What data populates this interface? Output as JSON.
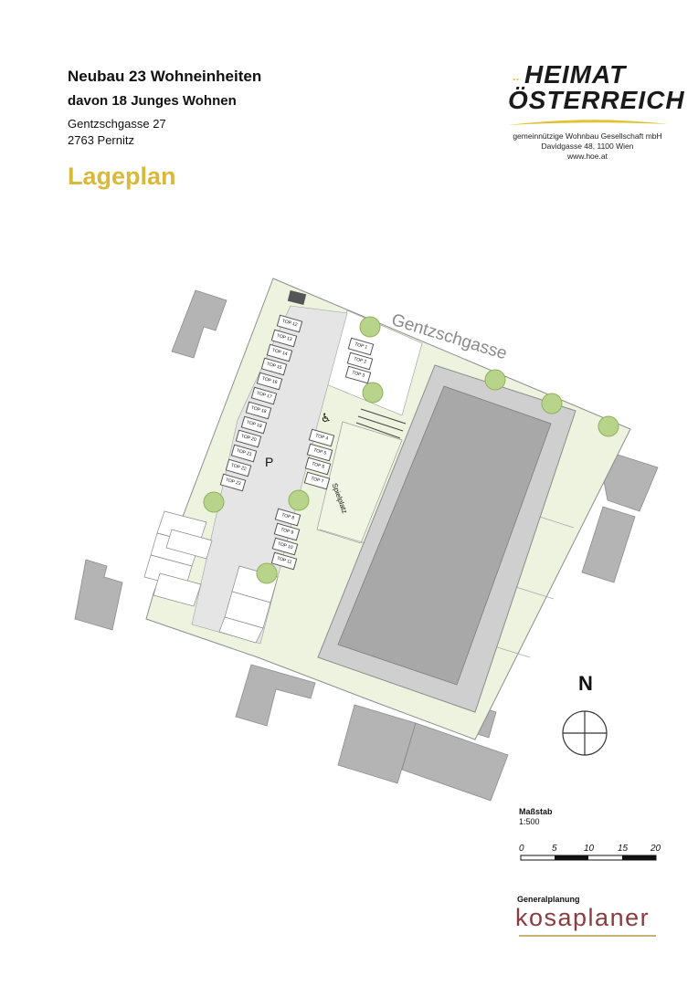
{
  "header": {
    "title": "Neubau 23 Wohneinheiten",
    "subtitle": "davon 18 Junges Wohnen",
    "street_address": "Gentzschgasse 27",
    "city_address": "2763 Pernitz",
    "plan_title": "Lageplan",
    "plan_title_color": "#d9b93a"
  },
  "logo": {
    "line1": "HEIMAT",
    "line2": "ÖSTERREICH",
    "dots": "..",
    "tagline": "gemeinnützige Wohnbau Gesellschaft mbH",
    "address": "Davidgasse 48, 1100 Wien",
    "url": "www.hoe.at",
    "accent_color": "#e1c233"
  },
  "map": {
    "street_label": "Gentzschgasse",
    "parking_label": "P",
    "playground_label": "Spielplatz",
    "accessible_icon": "wheelchair-icon",
    "north_label": "N",
    "colors": {
      "lawn": "#eef3df",
      "road": "#e5e5e5",
      "building": "#a8a8a8",
      "neighbor_building": "#b4b4b4",
      "tree": "#b8d48a"
    },
    "storage_left": [
      "TOP 12",
      "TOP 13",
      "TOP 14",
      "TOP 15",
      "TOP 16",
      "TOP 17",
      "TOP 18",
      "TOP 19",
      "TOP 20",
      "TOP 21",
      "TOP 22",
      "TOP 23"
    ],
    "storage_top": [
      "TOP 1",
      "TOP 2",
      "TOP 3"
    ],
    "storage_mid": [
      "TOP 4",
      "TOP 5",
      "TOP 6",
      "TOP 7"
    ],
    "storage_lower": [
      "TOP 8",
      "TOP 9",
      "TOP 10",
      "TOP 11"
    ]
  },
  "scale": {
    "label": "Maßstab",
    "value": "1:500",
    "ticks": [
      "0",
      "5",
      "10",
      "15",
      "20"
    ]
  },
  "footer": {
    "label": "Generalplanung",
    "brand": "kosaplaner",
    "brand_color": "#8a3c3f"
  }
}
